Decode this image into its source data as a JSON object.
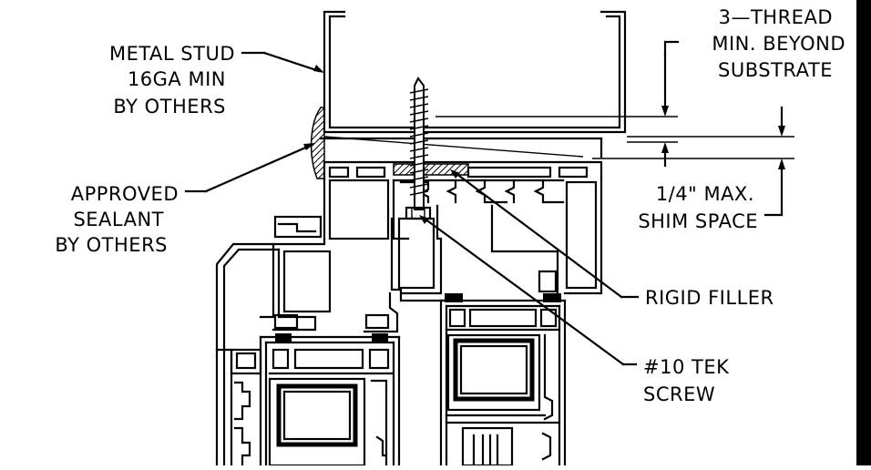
{
  "labels": {
    "metal_stud": [
      "METAL STUD",
      "16GA MIN",
      "BY OTHERS"
    ],
    "sealant": [
      "APPROVED",
      "SEALANT",
      "BY OTHERS"
    ],
    "thread": [
      "3—THREAD",
      "MIN. BEYOND",
      "SUBSTRATE"
    ],
    "shim": [
      "1/4\" MAX.",
      "SHIM SPACE"
    ],
    "rigid_filler": "RIGID FILLER",
    "tek_screw": [
      "#10 TEK",
      "SCREW"
    ]
  }
}
